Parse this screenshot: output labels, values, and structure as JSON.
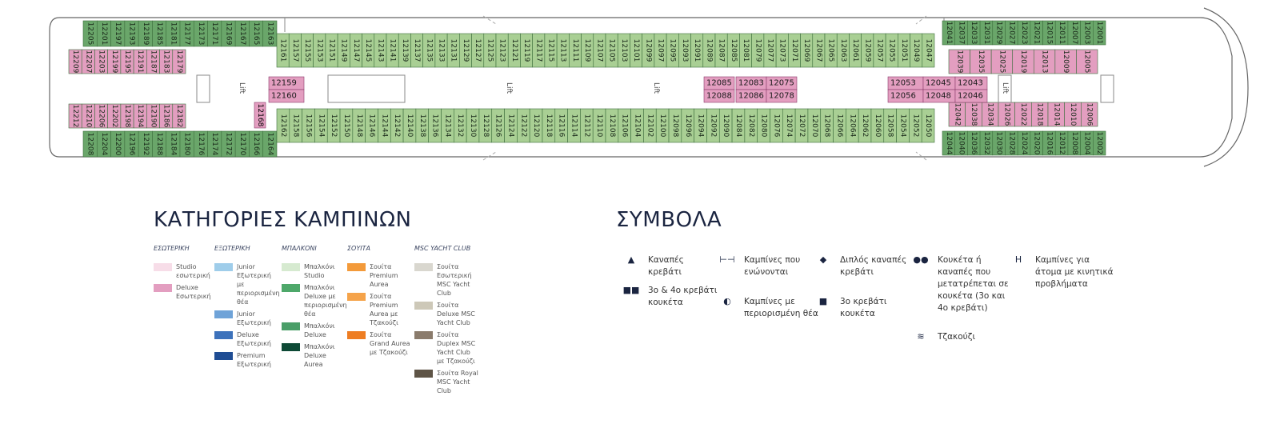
{
  "cabins": {
    "top_outer_aft": [
      "12205",
      "12201",
      "12197",
      "12193",
      "12189",
      "12185",
      "12181",
      "12177",
      "12173",
      "12171",
      "12169",
      "12167",
      "12165",
      "12163"
    ],
    "top_inner_aft": [
      "12209",
      "12207",
      "12203",
      "12199",
      "12195",
      "12191",
      "12187",
      "12183",
      "12179"
    ],
    "top_row_mid": [
      "12161",
      "12157",
      "12155",
      "12153",
      "12151",
      "12149",
      "12147",
      "12145",
      "12143",
      "12141",
      "12139",
      "12137",
      "12135",
      "12133",
      "12131",
      "12129",
      "12127",
      "12125",
      "12123",
      "12121",
      "12119",
      "12117",
      "12115",
      "12113",
      "12111",
      "12109",
      "12107",
      "12105",
      "12103",
      "12101",
      "12099",
      "12097",
      "12095",
      "12093",
      "12091",
      "12089",
      "12087",
      "12085",
      "12081",
      "12079",
      "12077",
      "12073",
      "12071",
      "12069",
      "12067",
      "12065",
      "12063",
      "12061",
      "12059",
      "12057",
      "12055",
      "12051",
      "12049",
      "12047"
    ],
    "top_outer_fwd": [
      "12041",
      "12037",
      "12033",
      "12031",
      "12029",
      "12027",
      "12023",
      "12021",
      "12015",
      "12011",
      "12007",
      "12003",
      "12001"
    ],
    "top_inner_fwd": [
      "12039",
      "12035",
      "12025",
      "12019",
      "12013",
      "12009",
      "12005"
    ],
    "bottom_inner_aft": [
      "12212",
      "12210",
      "12206",
      "12202",
      "12198",
      "12194",
      "12190",
      "12186",
      "12182"
    ],
    "bottom_outer_aft": [
      "12208",
      "12204",
      "12200",
      "12196",
      "12192",
      "12188",
      "12184",
      "12180",
      "12176",
      "12174",
      "12172",
      "12170",
      "12166",
      "12164"
    ],
    "bottom_row_mid": [
      "12162",
      "12158",
      "12156",
      "12154",
      "12152",
      "12150",
      "12148",
      "12146",
      "12144",
      "12142",
      "12140",
      "12138",
      "12136",
      "12134",
      "12132",
      "12130",
      "12128",
      "12126",
      "12124",
      "12122",
      "12120",
      "12118",
      "12116",
      "12114",
      "12112",
      "12110",
      "12108",
      "12106",
      "12104",
      "12102",
      "12100",
      "12098",
      "12096",
      "12094",
      "12092",
      "12090",
      "12084",
      "12082",
      "12080",
      "12076",
      "12074",
      "12072",
      "12070",
      "12068",
      "12066",
      "12064",
      "12062",
      "12060",
      "12058",
      "12054",
      "12052",
      "12050"
    ],
    "bottom_inner_fwd": [
      "12042",
      "12038",
      "12034",
      "12026",
      "12022",
      "12018",
      "12014",
      "12010",
      "12006"
    ],
    "bottom_outer_fwd": [
      "12044",
      "12040",
      "12036",
      "12032",
      "12030",
      "12028",
      "12024",
      "12020",
      "12016",
      "12012",
      "12008",
      "12004",
      "12002"
    ],
    "block_aft_left": [
      "12159",
      "12160"
    ],
    "block_mid_left": [
      "12085",
      "12088"
    ],
    "block_mid_a": [
      "12083",
      "12086"
    ],
    "block_mid_b": [
      "12075",
      "12078"
    ],
    "block_fwd_a": [
      "12053",
      "12056"
    ],
    "block_fwd_b": [
      "12045",
      "12048"
    ],
    "block_fwd_c": [
      "12043",
      "12046"
    ],
    "single_aft": "12168"
  },
  "lift_label": "Lift",
  "colors": {
    "balcony": "#6aa66a",
    "balcony_light": "#a9cf94",
    "interior_deluxe": "#e39ec0",
    "hull": "#5b5b5b",
    "corridor": "#ffffff"
  },
  "categories_title": "ΚΑΤΗΓΟΡΙΕΣ ΚΑΜΠΙΝΩΝ",
  "symbols_title": "ΣΥΜΒΟΛΑ",
  "category_columns": [
    {
      "header": "ΕΣΩΤΕΡΙΚΗ",
      "items": [
        {
          "color": "#f7dde8",
          "label": "Studio εσωτερική"
        },
        {
          "color": "#e39ec0",
          "label": "Deluxe Εσωτερική"
        }
      ]
    },
    {
      "header": "ΕΞΩΤΕΡΙΚΗ",
      "items": [
        {
          "color": "#9fcdea",
          "label": "Junior Εξωτερική με περιορισμένη θέα"
        },
        {
          "color": "#6fa3d8",
          "label": "Junior Εξωτερική"
        },
        {
          "color": "#3d72bb",
          "label": "Deluxe Εξωτερική"
        },
        {
          "color": "#1f4d94",
          "label": "Premium Εξωτερική"
        }
      ]
    },
    {
      "header": "ΜΠΑΛΚΟΝΙ",
      "items": [
        {
          "color": "#d6ead0",
          "label": "Μπαλκόνι Studio"
        },
        {
          "color": "#4ea86a",
          "label": "Μπαλκόνι Deluxe με περιορισμένη θέα"
        },
        {
          "color": "#4a9e68",
          "label": "Μπαλκόνι Deluxe"
        },
        {
          "color": "#0e4a36",
          "label": "Μπαλκόνι Deluxe Aurea"
        }
      ]
    },
    {
      "header": "ΣΟΥΙΤΑ",
      "items": [
        {
          "color": "#f39a3a",
          "label": "Σουίτα Premium Aurea"
        },
        {
          "color": "#f5a34a",
          "label": "Σουίτα Premium Aurea με Τζακούζι"
        },
        {
          "color": "#ee7d22",
          "label": "Σουίτα Grand Aurea με Τζακούζι"
        }
      ]
    },
    {
      "header": "MSC YACHT CLUB",
      "items": [
        {
          "color": "#d9d7cf",
          "label": "Σουίτα Εσωτερική MSC Yacht Club"
        },
        {
          "color": "#cdc8b8",
          "label": "Σουίτα Deluxe MSC Yacht Club"
        },
        {
          "color": "#8a7b6c",
          "label": "Σουίτα Duplex MSC Yacht Club με Τζακούζι"
        },
        {
          "color": "#5e5446",
          "label": "Σουίτα Royal MSC Yacht Club"
        }
      ]
    }
  ],
  "symbols": [
    {
      "icon": "▲",
      "name": "sofa-bed-icon",
      "label": "Καναπές κρεβάτι"
    },
    {
      "icon": "■■",
      "name": "third-fourth-bunk-icon",
      "label": "3ο & 4ο κρεβάτι κουκέτα"
    },
    {
      "icon": "⊢⊣",
      "name": "connecting-cabins-icon",
      "label": "Καμπίνες που ενώνονται"
    },
    {
      "icon": "◐",
      "name": "restricted-view-icon",
      "label": "Καμπίνες με περιορισμένη θέα"
    },
    {
      "icon": "◆",
      "name": "double-sofa-bed-icon",
      "label": "Διπλός καναπές κρεβάτι"
    },
    {
      "icon": "■",
      "name": "third-bunk-icon",
      "label": "3ο κρεβάτι κουκέτα"
    },
    {
      "icon": "●●",
      "name": "bunk-or-convertible-sofa-icon",
      "label": "Κουκέτα ή καναπές που μετατρέπεται σε κουκέτα (3ο και 4ο κρεβάτι)"
    },
    {
      "icon": "≋",
      "name": "jacuzzi-icon",
      "label": "Τζακούζι"
    },
    {
      "icon": "H",
      "name": "accessible-cabin-icon",
      "label": "Καμπίνες για άτομα με κινητικά προβλήματα"
    }
  ]
}
